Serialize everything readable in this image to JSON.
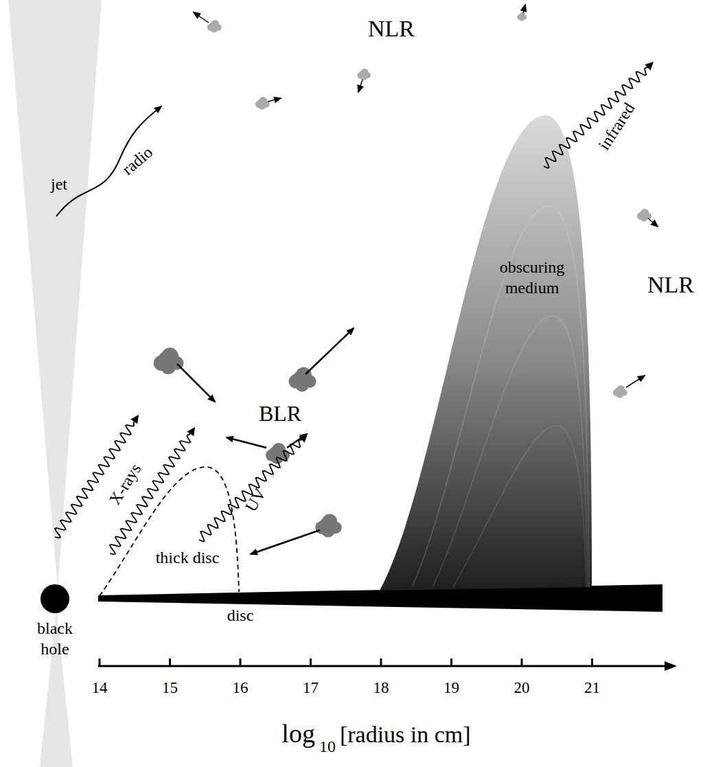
{
  "diagram": {
    "nodes": [
      {
        "text": [
          "black hole"
        ]
      },
      {
        "text": [
          "thick disc"
        ]
      },
      {
        "text": [
          "obscuring medium"
        ]
      }
    ],
    "labels": [
      "NLR",
      "NLR",
      "jet",
      "radio",
      "X-rays",
      "UV",
      "BLR",
      "disc",
      "infrared",
      "14",
      "15",
      "16",
      "17",
      "18",
      "19",
      "20",
      "21",
      "log",
      "10",
      "[radius in cm]"
    ]
  }
}
